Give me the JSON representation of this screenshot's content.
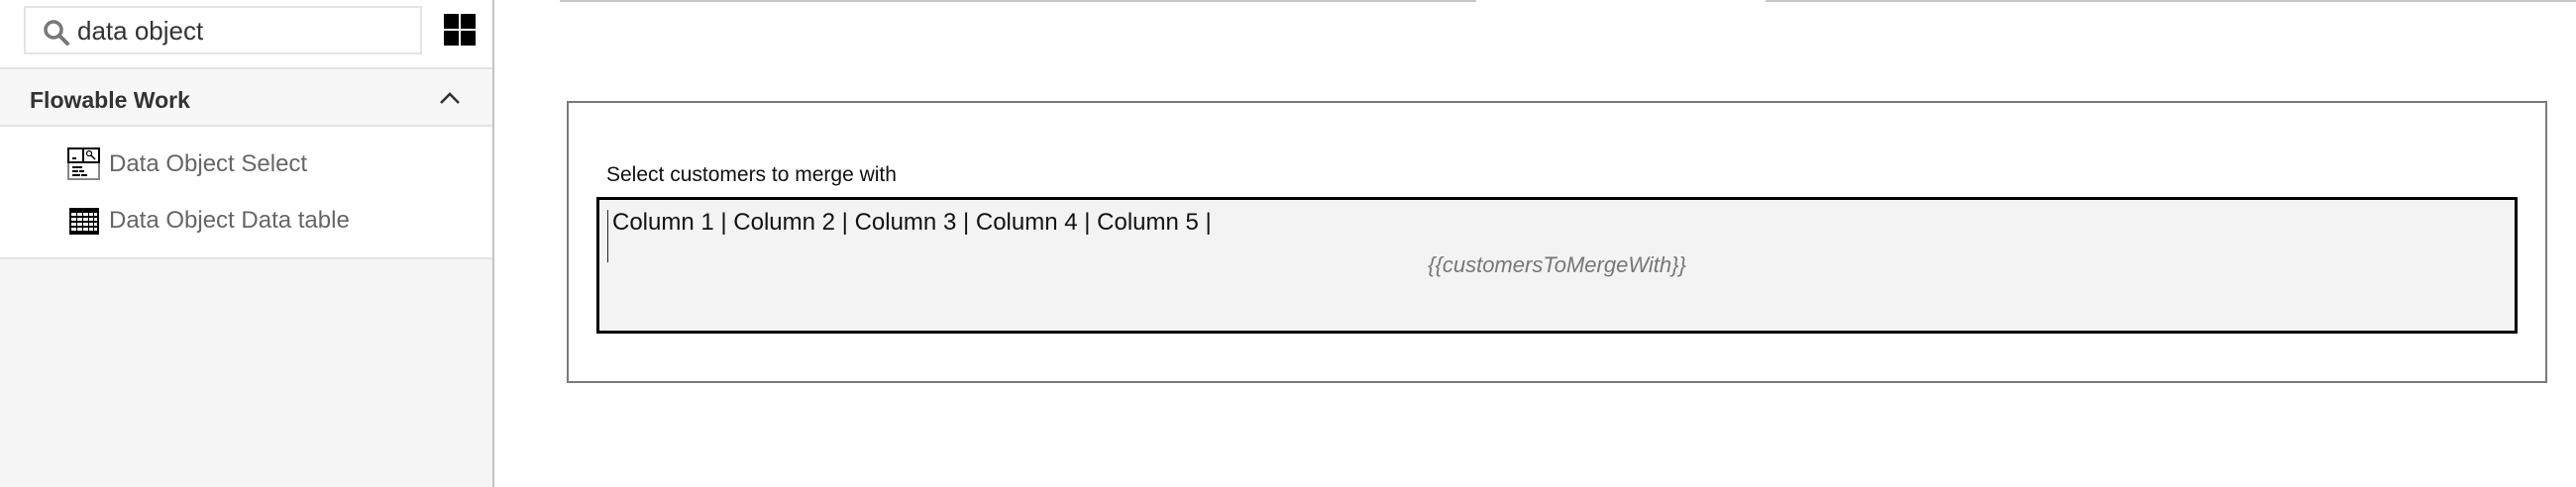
{
  "sidebar": {
    "search": {
      "value": "data object",
      "icon": "search-icon"
    },
    "view_toggle_icon": "grid-icon",
    "group": {
      "title": "Flowable Work",
      "expanded": true,
      "toggle_icon": "chevron-up-icon",
      "items": [
        {
          "label": "Data Object Select",
          "icon": "data-object-select-icon"
        },
        {
          "label": "Data Object Data table",
          "icon": "data-table-icon"
        }
      ]
    }
  },
  "canvas": {
    "field": {
      "label": "Select customers to merge with",
      "columns": [
        "Column 1",
        "Column 2",
        "Column 3",
        "Column 4",
        "Column 5"
      ],
      "columns_text": "Column 1 | Column 2 | Column 3 | Column 4 | Column 5 |",
      "binding": "{{customersToMergeWith}}"
    }
  },
  "colors": {
    "sidebar_bg": "#f5f5f5",
    "group_header_bg": "#f7f7f7",
    "panel_border": "#7a7a7a",
    "table_bg": "#f3f3f3",
    "table_border": "#000000",
    "placeholder_text": "#777777"
  }
}
